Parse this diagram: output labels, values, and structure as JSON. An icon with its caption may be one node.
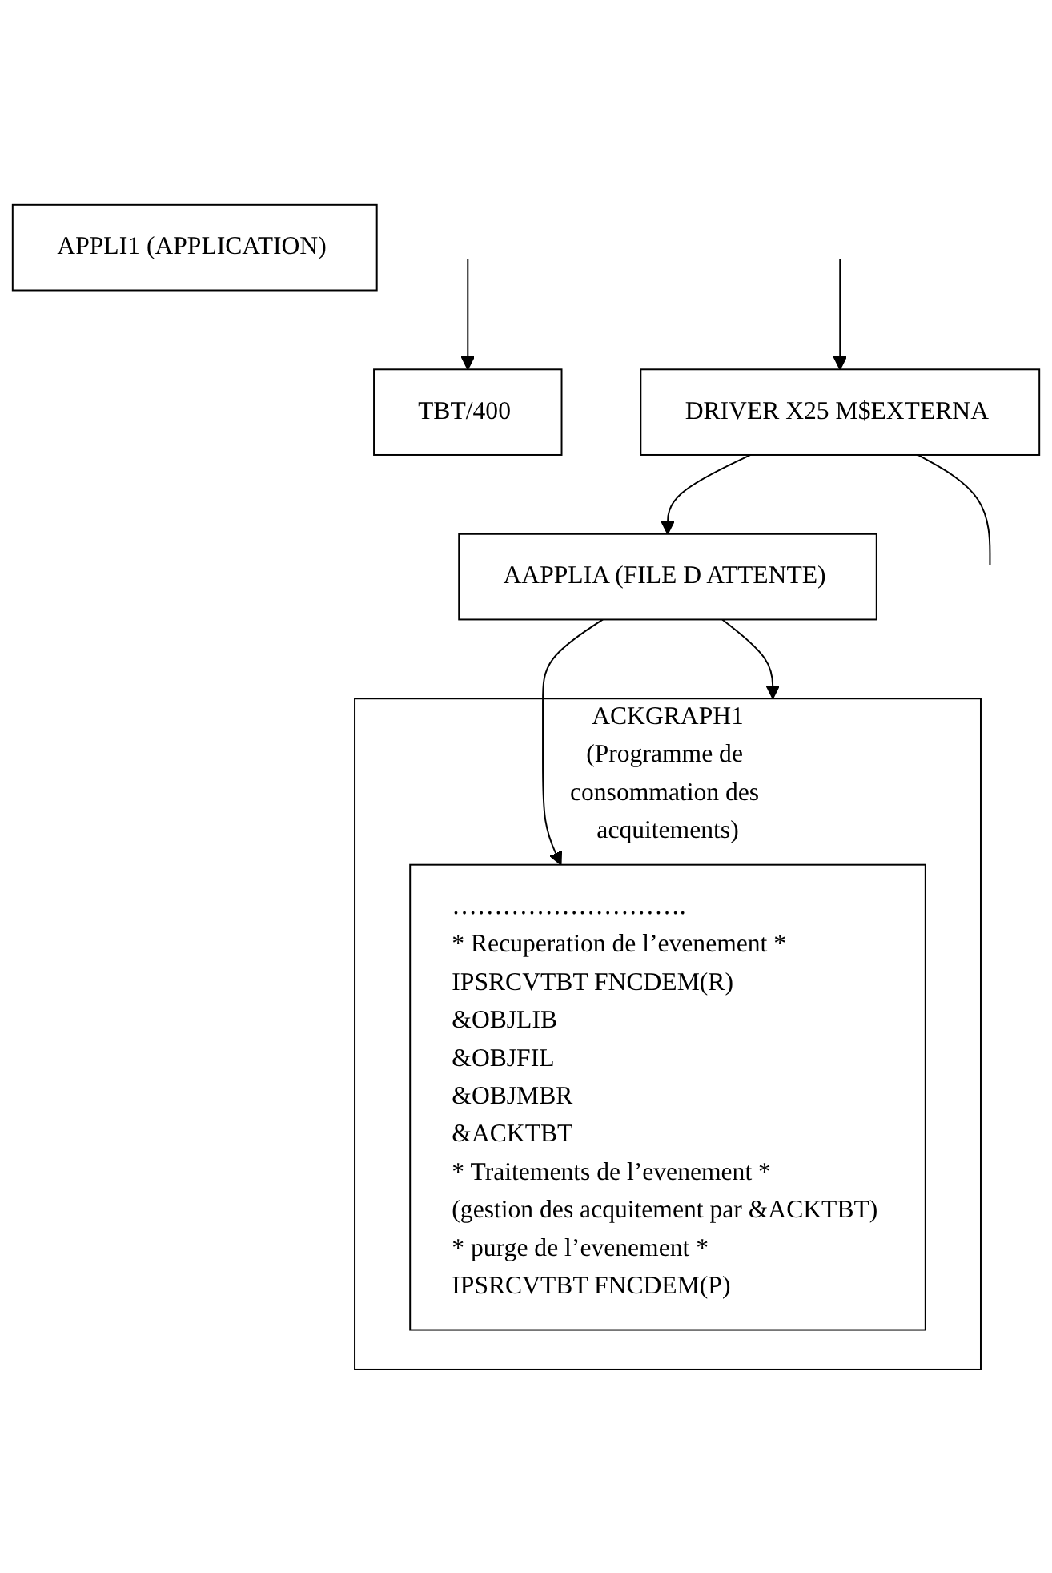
{
  "diagram": {
    "nodes": [
      {
        "text": [
          "TBT/400"
        ]
      },
      {
        "text": [
          "DRIVER X25 M$EXTERNA"
        ]
      },
      {
        "text": [
          "APPLI1 (APPLICATION)"
        ]
      },
      {
        "text": [
          "AAPPLIA (FILE D ATTENTE)"
        ]
      },
      {
        "text": [
          "ACKGRAPH1",
          "(Programme de consommation des acquitements)"
        ]
      },
      {
        "text": [
          "……………………….",
          "* Recuperation de l’evenement *",
          "IPSRCVTBT FNCDEM(R)",
          "&OBJLIB",
          "&OBJFIL",
          "&OBJMBR",
          "&ACKTBT",
          "* Traitements de l’evenement *",
          "(gestion des acquitement par &ACKTBT)",
          "* purge de l’evenement *",
          "IPSRCVTBT FNCDEM(P)"
        ],
        "in": 4
      }
    ],
    "edges": [
      {
        "from": null,
        "to": 0,
        "arrow": "to"
      },
      {
        "from": 1,
        "to": null,
        "arrow": "none"
      },
      {
        "from": 1,
        "to": 3,
        "arrow": "to"
      },
      {
        "from": null,
        "to": 1,
        "arrow": "to"
      },
      {
        "from": 3,
        "to": 4,
        "arrow": "to"
      },
      {
        "from": 3,
        "to": 5,
        "arrow": "to"
      }
    ]
  }
}
